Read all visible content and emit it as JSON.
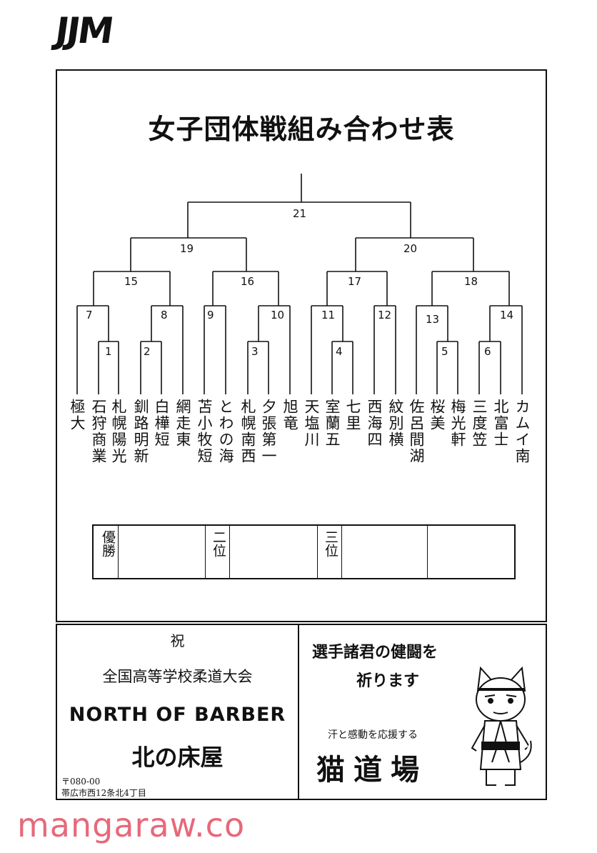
{
  "logo": "JJM",
  "title": "女子団体戦組み合わせ表",
  "bracket": {
    "match_numbers": [
      "1",
      "2",
      "3",
      "4",
      "5",
      "6",
      "7",
      "8",
      "9",
      "10",
      "11",
      "12",
      "13",
      "14",
      "15",
      "16",
      "17",
      "18",
      "19",
      "20",
      "21"
    ]
  },
  "teams": [
    "極大",
    "石狩商業",
    "札幌陽光",
    "釧路明新",
    "白樺短",
    "網走東",
    "苫小牧短",
    "とわの海",
    "札幌南西",
    "夕張第一",
    "旭竜",
    "天塩川",
    "室蘭五",
    "七里",
    "西海四",
    "紋別横",
    "佐呂間湖",
    "桜美",
    "梅光軒",
    "三度笠",
    "北富士",
    "カムイ南"
  ],
  "results": {
    "first": "優勝",
    "second": "二位",
    "third": "三位"
  },
  "ad_left": {
    "congrats": "祝",
    "tournament": "全国高等学校柔道大会",
    "barber_en": "NORTH OF BARBER",
    "barber_jp": "北の床屋",
    "postal": "〒080-00",
    "address": "帯広市西12条北4丁目"
  },
  "ad_right": {
    "line1": "選手諸君の健闘を",
    "line2": "祈ります",
    "support": "汗と感動を応援する",
    "dojo": "猫道場"
  },
  "watermark": "mangaraw.co"
}
